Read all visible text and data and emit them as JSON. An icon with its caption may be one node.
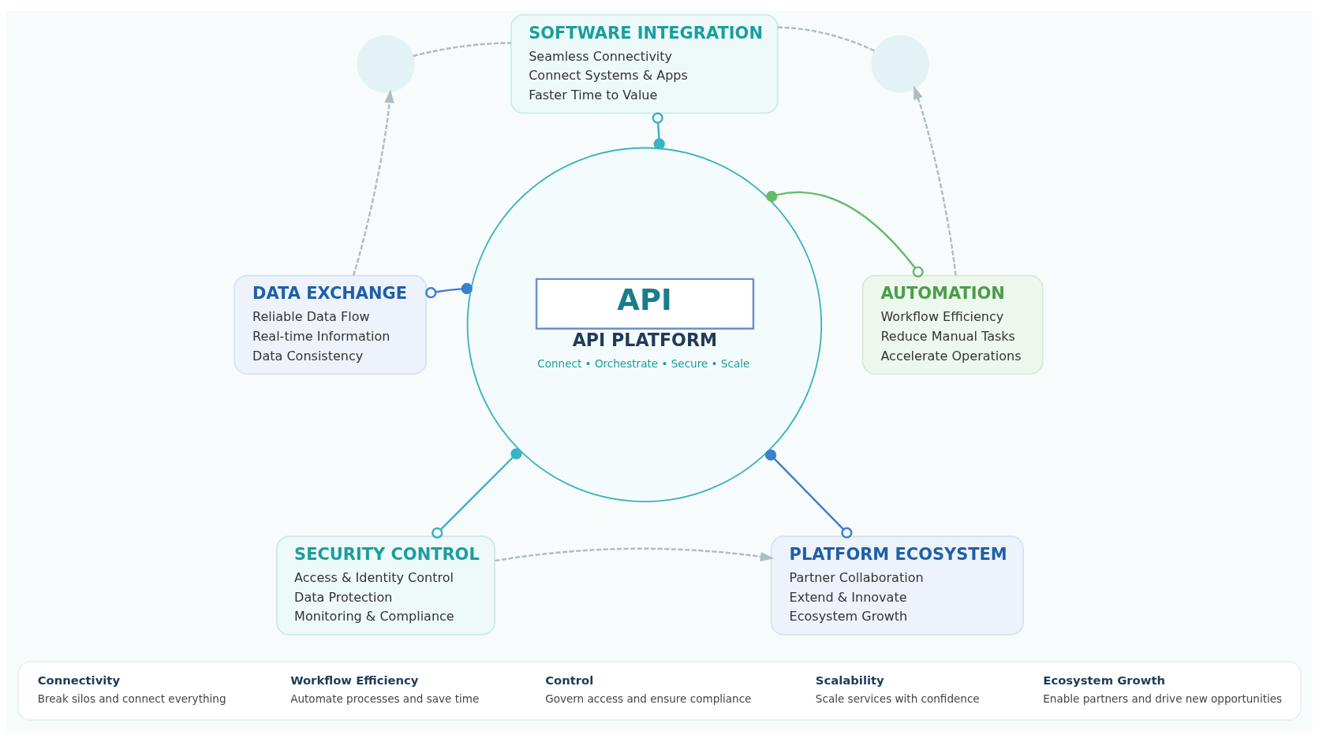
{
  "diagram": {
    "nodes": [
      {
        "text": [
          "API",
          "API PLATFORM",
          "Connect • Orchestrate • Secure • Scale"
        ]
      },
      {
        "text": [
          "SOFTWARE INTEGRATION",
          "Seamless Connectivity",
          "Connect Systems & Apps",
          "Faster Time to Value"
        ]
      },
      {
        "text": [
          "DATA EXCHANGE",
          "Reliable Data Flow",
          "Real-time Information",
          "Data Consistency"
        ]
      },
      {
        "text": [
          "AUTOMATION",
          "Workflow Efficiency",
          "Reduce Manual Tasks",
          "Accelerate Operations"
        ]
      },
      {
        "text": [
          "SECURITY CONTROL",
          "Access & Identity Control",
          "Data Protection",
          "Monitoring & Compliance"
        ]
      },
      {
        "text": [
          "PLATFORM ECOSYSTEM",
          "Partner Collaboration",
          "Extend & Innovate",
          "Ecosystem Growth"
        ]
      },
      {
        "text": [],
        "shape": "circle"
      },
      {
        "text": [],
        "shape": "circle"
      },
      {
        "text": [],
        "shape": "box"
      },
      {
        "text": [
          "Connectivity",
          "Break silos and connect everything"
        ],
        "in": 8
      },
      {
        "text": [
          "Workflow Efficiency",
          "Automate processes and save time"
        ],
        "in": 8
      },
      {
        "text": [
          "Control",
          "Govern access and ensure compliance"
        ],
        "in": 8
      },
      {
        "text": [
          "Scalability",
          "Scale services with confidence"
        ],
        "in": 8
      },
      {
        "text": [
          "Ecosystem Growth",
          "Enable partners and drive new opportunities"
        ],
        "in": 8
      }
    ],
    "edges": [
      {
        "from": 0,
        "to": 1,
        "arrow": "other",
        "color": "#3bb3c3"
      },
      {
        "from": 0,
        "to": 2,
        "arrow": "other",
        "color": "#3b7fd0"
      },
      {
        "from": 0,
        "to": 3,
        "arrow": "other",
        "color": "#66bb6a"
      },
      {
        "from": 0,
        "to": 4,
        "arrow": "other",
        "color": "#3bb3c3"
      },
      {
        "from": 0,
        "to": 5,
        "arrow": "other",
        "color": "#3b7fd0"
      },
      {
        "from": 2,
        "to": 6,
        "arrow": "to",
        "style": "dashed",
        "color": "#b0bcc4"
      },
      {
        "from": 6,
        "to": 1,
        "arrow": "none",
        "style": "dashed",
        "color": "#b0bcc4"
      },
      {
        "from": 1,
        "to": 7,
        "arrow": "none",
        "style": "dashed",
        "color": "#b0bcc4"
      },
      {
        "from": 3,
        "to": 7,
        "arrow": "to",
        "style": "dashed",
        "color": "#b0bcc4"
      },
      {
        "from": 4,
        "to": 5,
        "arrow": "to",
        "style": "dashed",
        "color": "#b0bcc4"
      }
    ]
  }
}
